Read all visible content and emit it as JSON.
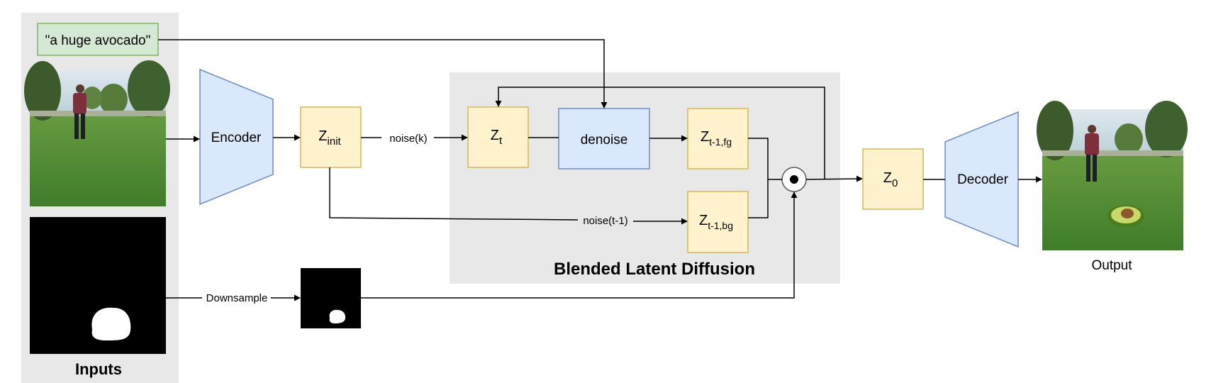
{
  "prompt_text": "\"a huge avocado\"",
  "inputs_label": "Inputs",
  "encoder_label": "Encoder",
  "decoder_label": "Decoder",
  "z_init": {
    "base": "Z",
    "sub": "init"
  },
  "z_t": {
    "base": "Z",
    "sub": "t"
  },
  "denoise_label": "denoise",
  "z_fg": {
    "base": "Z",
    "sub": "t-1,fg"
  },
  "z_bg": {
    "base": "Z",
    "sub": "t-1,bg"
  },
  "z_0": {
    "base": "Z",
    "sub": "0"
  },
  "noise_k_label": "noise(k)",
  "noise_t1_label": "noise(t-1)",
  "downsample_label": "Downsample",
  "bld_label": "Blended Latent Diffusion",
  "output_label": "Output",
  "colors": {
    "latent_fill": "#fff2cc",
    "latent_stroke": "#d6b656",
    "blue_fill": "#dae8fc",
    "blue_stroke": "#6c8ebf",
    "green_fill": "#d5e8d4",
    "green_stroke": "#82b366",
    "panel_gray": "#e8e8e8"
  }
}
